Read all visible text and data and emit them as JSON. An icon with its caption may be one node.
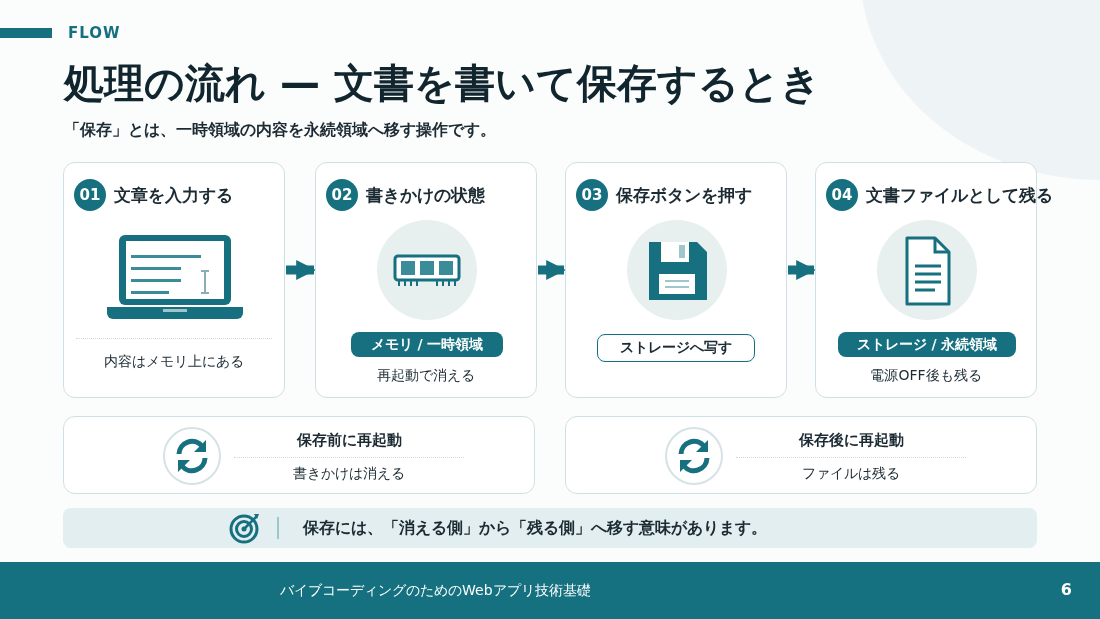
{
  "diagram": {
    "title": "処理の流れ — 文書を書いて保存するとき",
    "nodes": [
      {
        "text": [
          "01",
          "文章を入力する",
          "内容はメモリ上にある"
        ]
      },
      {
        "text": [
          "02",
          "書きかけの状態",
          "再起動で消える"
        ]
      },
      {
        "text": [
          "メモリ / 一時領域"
        ],
        "in": 1
      },
      {
        "text": [
          "03",
          "保存ボタンを押す"
        ]
      },
      {
        "text": [
          "ストレージへ写す"
        ],
        "in": 3
      },
      {
        "text": [
          "04",
          "文書ファイルとして残る",
          "電源OFF後も残る"
        ]
      },
      {
        "text": [
          "ストレージ / 永続領域"
        ],
        "in": 5
      },
      {
        "text": [
          "保存前に再起動",
          "書きかけは消える"
        ]
      },
      {
        "text": [
          "保存後に再起動",
          "ファイルは残る"
        ]
      },
      {
        "text": [
          "保存には、「消える側」から「残る側」へ移す意味があります。"
        ]
      }
    ],
    "edges": [
      {
        "from": 0,
        "to": 1,
        "arrow": "to"
      },
      {
        "from": 1,
        "to": 3,
        "arrow": "to"
      },
      {
        "from": 3,
        "to": 5,
        "arrow": "to"
      }
    ],
    "labels": [
      "FLOW",
      "「保存」とは、一時領域の内容を永続領域へ移す操作です。",
      "バイブコーディングのためのWebアプリ技術基礎",
      "6"
    ]
  }
}
